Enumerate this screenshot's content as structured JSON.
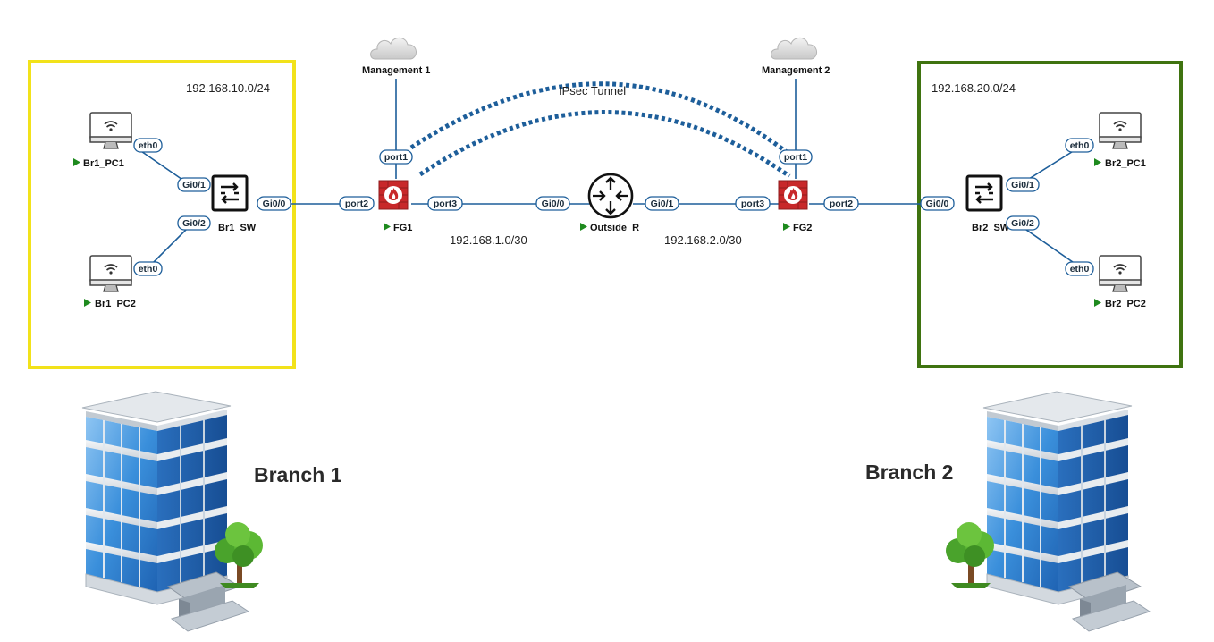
{
  "diagram": {
    "tunnel_label": "IPsec Tunnel",
    "branch1": {
      "label": "Branch 1",
      "subnet": "192.168.10.0/24",
      "border_color": "#f2e21a"
    },
    "branch2": {
      "label": "Branch 2",
      "subnet": "192.168.20.0/24",
      "border_color": "#3f7310"
    },
    "links": {
      "fg1_outside_subnet": "192.168.1.0/30",
      "outside_fg2_subnet": "192.168.2.0/30"
    },
    "clouds": {
      "mgmt1": "Management 1",
      "mgmt2": "Management 2"
    },
    "nodes": {
      "br1_pc1": "Br1_PC1",
      "br1_pc2": "Br1_PC2",
      "br1_sw": "Br1_SW",
      "fg1": "FG1",
      "outside_r": "Outside_R",
      "fg2": "FG2",
      "br2_sw": "Br2_SW",
      "br2_pc1": "Br2_PC1",
      "br2_pc2": "Br2_PC2"
    },
    "ports": {
      "br1_pc1_eth0": "eth0",
      "br1_pc2_eth0": "eth0",
      "br1_sw_gi01": "Gi0/1",
      "br1_sw_gi02": "Gi0/2",
      "br1_sw_gi00": "Gi0/0",
      "fg1_port1": "port1",
      "fg1_port2": "port2",
      "fg1_port3": "port3",
      "outside_gi00": "Gi0/0",
      "outside_gi01": "Gi0/1",
      "fg2_port1": "port1",
      "fg2_port3": "port3",
      "fg2_port2": "port2",
      "br2_sw_gi00": "Gi0/0",
      "br2_sw_gi01": "Gi0/1",
      "br2_sw_gi02": "Gi0/2",
      "br2_pc1_eth0": "eth0",
      "br2_pc2_eth0": "eth0"
    },
    "colors": {
      "link": "#1d5e9a",
      "firewall": "#c8282a",
      "status_arrow": "#1e8a1e"
    },
    "icons": {
      "pc": "monitor-icon",
      "switch": "switch-icon",
      "router": "router-icon",
      "firewall": "firewall-icon",
      "cloud": "cloud-icon",
      "building": "office-building-icon"
    }
  }
}
